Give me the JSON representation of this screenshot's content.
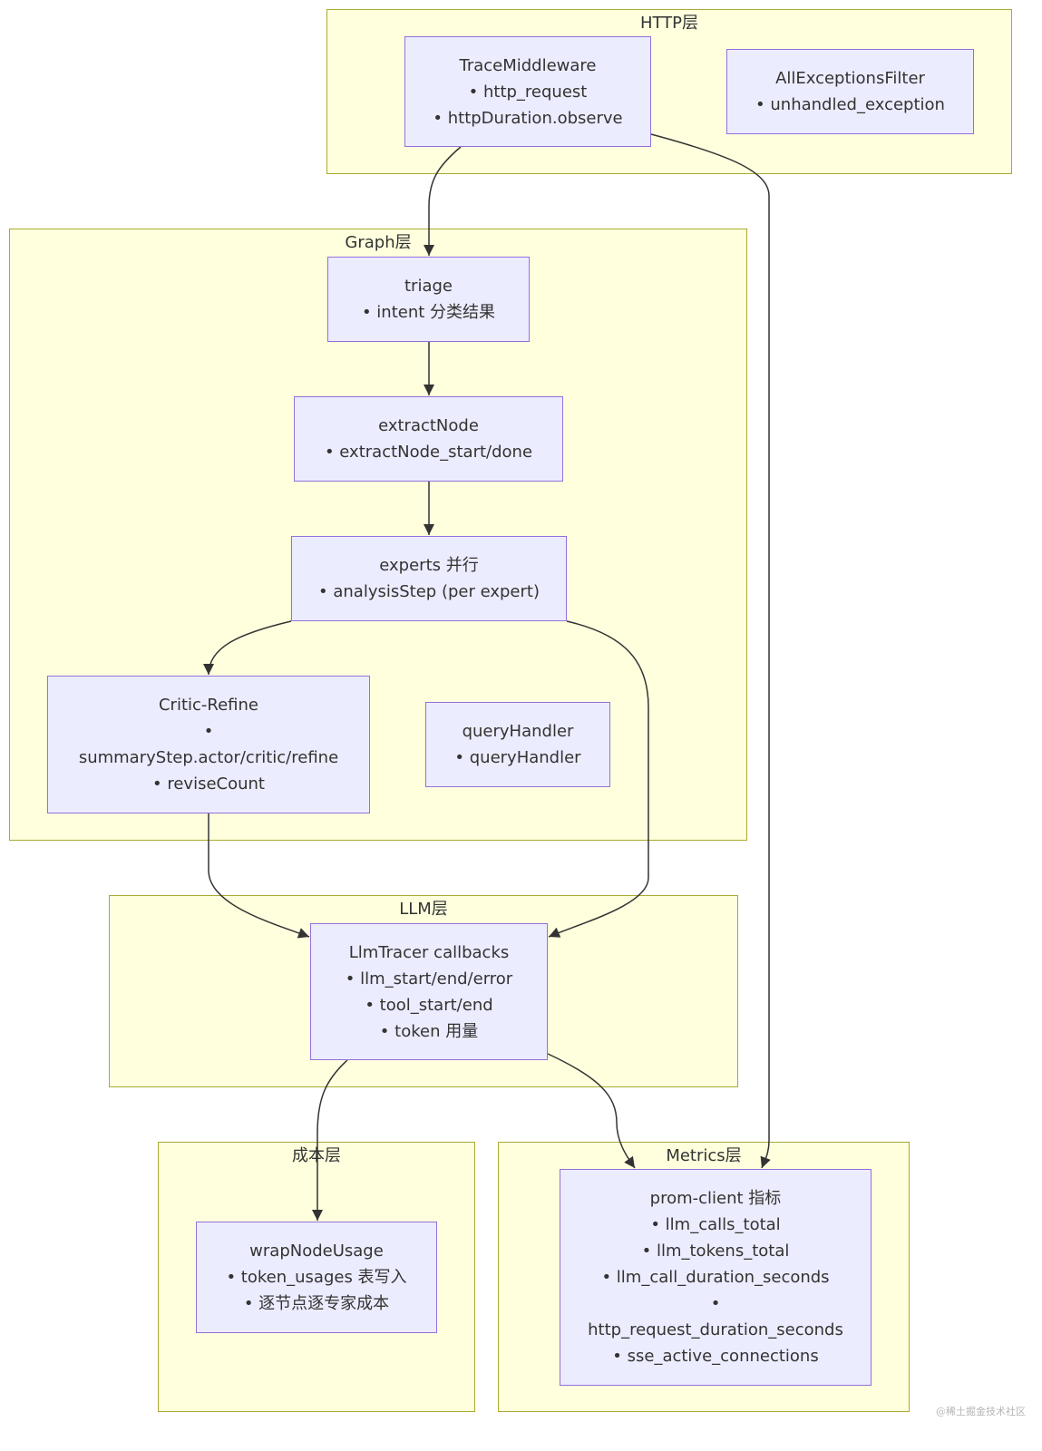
{
  "clusters": {
    "http": {
      "title": "HTTP层"
    },
    "graph": {
      "title": "Graph层"
    },
    "llm": {
      "title": "LLM层"
    },
    "cost": {
      "title": "成本层"
    },
    "metrics": {
      "title": "Metrics层"
    }
  },
  "nodes": {
    "trace": {
      "lines": [
        "TraceMiddleware",
        "• http_request",
        "• httpDuration.observe"
      ]
    },
    "allexc": {
      "lines": [
        "AllExceptionsFilter",
        "• unhandled_exception"
      ]
    },
    "triage": {
      "lines": [
        "triage",
        "• intent 分类结果"
      ]
    },
    "extract": {
      "lines": [
        "extractNode",
        "• extractNode_start/done"
      ]
    },
    "experts": {
      "lines": [
        "experts 并行",
        "• analysisStep (per expert)"
      ]
    },
    "critic": {
      "lines": [
        "Critic-Refine",
        "•",
        "summaryStep.actor/critic/refine",
        "• reviseCount"
      ]
    },
    "query": {
      "lines": [
        "queryHandler",
        "• queryHandler"
      ]
    },
    "llmtracer": {
      "lines": [
        "LlmTracer callbacks",
        "• llm_start/end/error",
        "• tool_start/end",
        "• token 用量"
      ]
    },
    "wrap": {
      "lines": [
        "wrapNodeUsage",
        "• token_usages 表写入",
        "• 逐节点逐专家成本"
      ]
    },
    "prom": {
      "lines": [
        "prom-client 指标",
        "• llm_calls_total",
        "• llm_tokens_total",
        "• llm_call_duration_seconds",
        "•",
        "http_request_duration_seconds",
        "• sse_active_connections"
      ]
    }
  },
  "colors": {
    "cluster_fill": "#ffffde",
    "cluster_border": "#aaaa33",
    "node_fill": "#ececff",
    "node_border": "#9370db",
    "edge": "#333333"
  },
  "watermark": "@稀土掘金技术社区"
}
